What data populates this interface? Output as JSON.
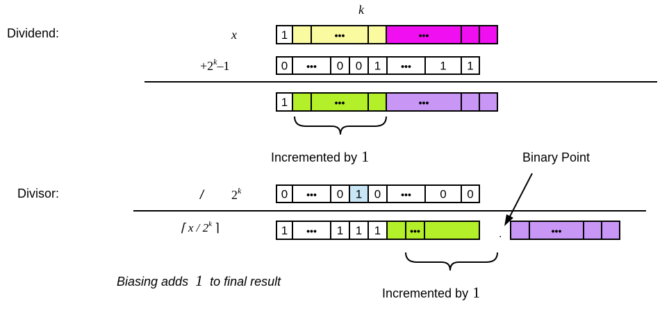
{
  "labels": {
    "k": "k",
    "dividend": "Dividend:",
    "x": "x",
    "bias": "+2",
    "bias_exp": "k",
    "bias_tail": "–1",
    "incremented_1": "Incremented by",
    "incremented_1_num": "1",
    "binary_point": "Binary Point",
    "divisor": "Divisor:",
    "slash": "/",
    "two": "2",
    "two_exp": "k",
    "ceil": "⌈ x / 2",
    "ceil_exp": "k",
    "ceil_close": " ⌉",
    "biasing_note": "Biasing adds",
    "biasing_one": "1",
    "biasing_tail": "to final result",
    "incremented_2": "Incremented by",
    "incremented_2_num": "1",
    "dot": "."
  },
  "colors": {
    "white": "#ffffff",
    "yellow": "#fafaa0",
    "magenta": "#f00ff0",
    "green": "#b4f02a",
    "lavender": "#c896f5",
    "lightblue": "#c8e6f5"
  },
  "rows": [
    {
      "name": "dividend-register",
      "cells": [
        {
          "text": "1",
          "color": "white"
        },
        {
          "text": "",
          "color": "yellow"
        },
        {
          "text": "•••",
          "color": "yellow"
        },
        {
          "text": "",
          "color": "yellow"
        },
        {
          "text": "•••",
          "color": "magenta"
        },
        {
          "text": "",
          "color": "magenta"
        },
        {
          "text": "",
          "color": "magenta"
        }
      ]
    },
    {
      "name": "bias-register",
      "cells": [
        {
          "text": "0",
          "color": "white"
        },
        {
          "text": "•••",
          "color": "white"
        },
        {
          "text": "0",
          "color": "white"
        },
        {
          "text": "0",
          "color": "white"
        },
        {
          "text": "1",
          "color": "white"
        },
        {
          "text": "•••",
          "color": "white"
        },
        {
          "text": "1",
          "color": "white"
        },
        {
          "text": "1",
          "color": "white"
        }
      ]
    },
    {
      "name": "sum-register",
      "cells": [
        {
          "text": "1",
          "color": "white"
        },
        {
          "text": "",
          "color": "green"
        },
        {
          "text": "•••",
          "color": "green"
        },
        {
          "text": "",
          "color": "green"
        },
        {
          "text": "•••",
          "color": "lavender"
        },
        {
          "text": "",
          "color": "lavender"
        },
        {
          "text": "",
          "color": "lavender"
        }
      ]
    },
    {
      "name": "divisor-register",
      "cells": [
        {
          "text": "0",
          "color": "white"
        },
        {
          "text": "•••",
          "color": "white"
        },
        {
          "text": "0",
          "color": "white"
        },
        {
          "text": "1",
          "color": "lightblue"
        },
        {
          "text": "0",
          "color": "white"
        },
        {
          "text": "•••",
          "color": "white"
        },
        {
          "text": "0",
          "color": "white"
        },
        {
          "text": "0",
          "color": "white"
        }
      ]
    },
    {
      "name": "quotient-register",
      "cells": [
        {
          "text": "1",
          "color": "white"
        },
        {
          "text": "•••",
          "color": "white"
        },
        {
          "text": "1",
          "color": "white"
        },
        {
          "text": "1",
          "color": "white"
        },
        {
          "text": "1",
          "color": "white"
        },
        {
          "text": "",
          "color": "green"
        },
        {
          "text": "•••",
          "color": "green"
        },
        {
          "text": "",
          "color": "green"
        }
      ]
    },
    {
      "name": "fraction-register",
      "cells": [
        {
          "text": "",
          "color": "lavender"
        },
        {
          "text": "•••",
          "color": "lavender"
        },
        {
          "text": "",
          "color": "lavender"
        },
        {
          "text": "",
          "color": "lavender"
        }
      ]
    }
  ]
}
